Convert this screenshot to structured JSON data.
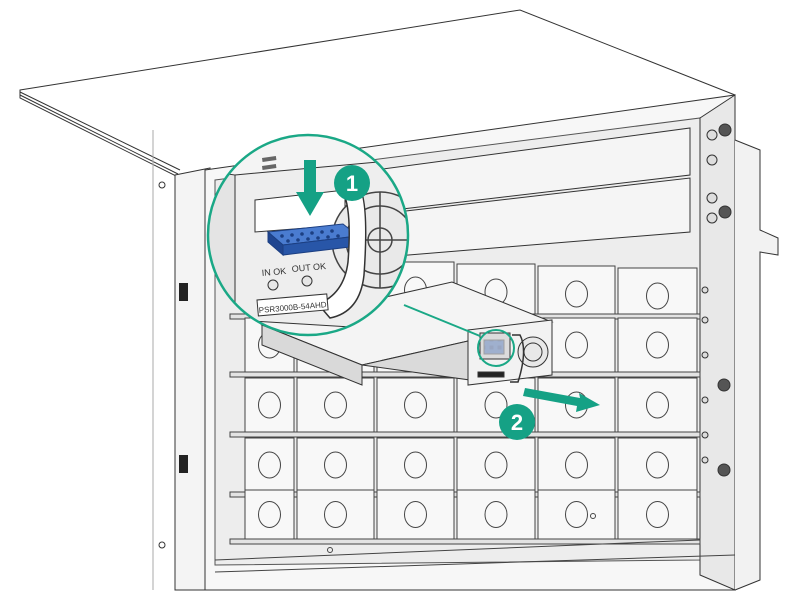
{
  "diagram": {
    "zoom_panel": {
      "led_in": "IN OK",
      "led_out": "OUT OK",
      "model_label": "PSR3000B-54AHD"
    },
    "steps": [
      {
        "number": "1"
      },
      {
        "number": "2"
      }
    ],
    "colors": {
      "step_badge": "#15a185",
      "callout_outline": "#1aa886",
      "latch_blue": "#2856a8",
      "line_art": "#333333",
      "chassis_face": "#f2f2f2"
    },
    "icons": {
      "arrow_down": "press-down-arrow-icon",
      "arrow_out": "pull-out-arrow-icon"
    }
  }
}
